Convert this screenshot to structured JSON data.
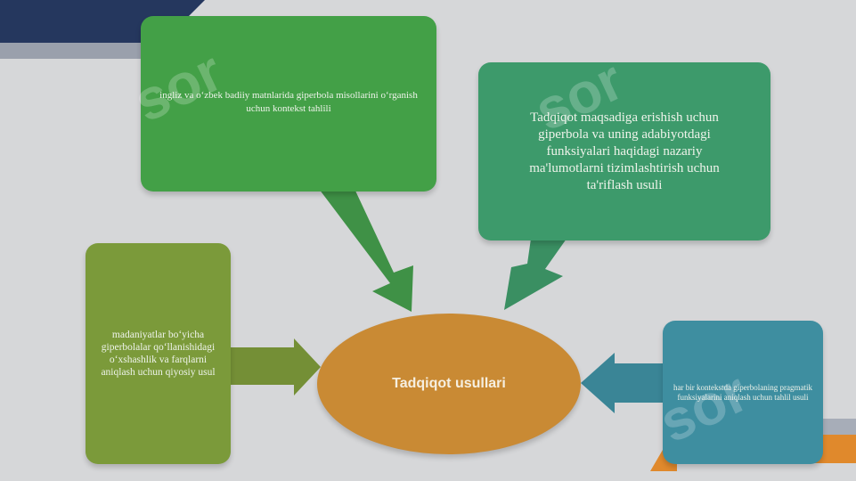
{
  "diagram": {
    "center_label": "Tadqiqot usullari",
    "boxes": [
      {
        "text": "ingliz va o‘zbek badiiy matnlarida giperbola misollarini o‘rganish uchun kontekst tahlili"
      },
      {
        "text": "Tadqiqot maqsadiga erishish uchun giperbola va uning adabiyotdagi funksiyalari haqidagi nazariy ma'lumotlarni tizimlashtirish uchun ta'riflash usuli"
      },
      {
        "text": "madaniyatlar bo‘yicha giperbolalar qo‘llanishidagi o‘xshashlik va farqlarni aniqlash uchun qiyosiy usul"
      },
      {
        "text": "har bir kontekstda giperbolaning pragmatik funksiyalarini aniqlash uchun tahlil usuli"
      }
    ],
    "colors": {
      "box1": "#43a047",
      "box2": "#3d9a6b",
      "box3": "#7b9a3a",
      "box4": "#3e8ea0",
      "center": "#c98a34",
      "background": "#d6d7d9"
    }
  },
  "watermark": {
    "text": "sor"
  }
}
